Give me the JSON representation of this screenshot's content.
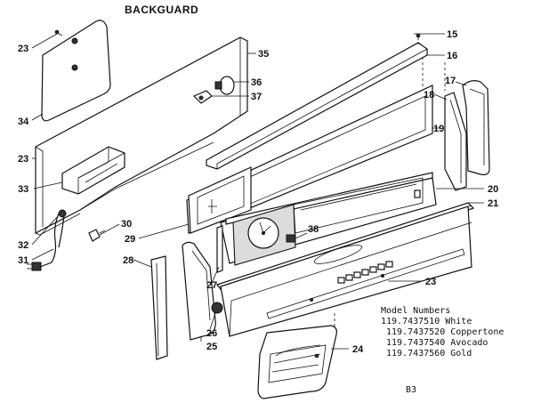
{
  "title": "BACKGUARD",
  "callouts": [
    {
      "id": "c23a",
      "text": "23"
    },
    {
      "id": "c34",
      "text": "34"
    },
    {
      "id": "c35",
      "text": "35"
    },
    {
      "id": "c36",
      "text": "36"
    },
    {
      "id": "c37",
      "text": "37"
    },
    {
      "id": "c23b",
      "text": "23"
    },
    {
      "id": "c33",
      "text": "33"
    },
    {
      "id": "c32",
      "text": "32"
    },
    {
      "id": "c31",
      "text": "31"
    },
    {
      "id": "c30",
      "text": "30"
    },
    {
      "id": "c29",
      "text": "29"
    },
    {
      "id": "c28",
      "text": "28"
    },
    {
      "id": "c27",
      "text": "27"
    },
    {
      "id": "c26",
      "text": "26"
    },
    {
      "id": "c25",
      "text": "25"
    },
    {
      "id": "c38",
      "text": "38"
    },
    {
      "id": "c15",
      "text": "15"
    },
    {
      "id": "c16",
      "text": "16"
    },
    {
      "id": "c17",
      "text": "17"
    },
    {
      "id": "c18",
      "text": "18"
    },
    {
      "id": "c19",
      "text": "19"
    },
    {
      "id": "c20",
      "text": "20"
    },
    {
      "id": "c21",
      "text": "21"
    },
    {
      "id": "c23c",
      "text": "23"
    },
    {
      "id": "c24",
      "text": "24"
    }
  ],
  "models": {
    "heading": "Model Numbers",
    "lines": [
      "119.7437510 White",
      "119.7437520 Coppertone",
      "119.7437540 Avocado",
      "119.7437560 Gold"
    ]
  },
  "page_number": "B3"
}
